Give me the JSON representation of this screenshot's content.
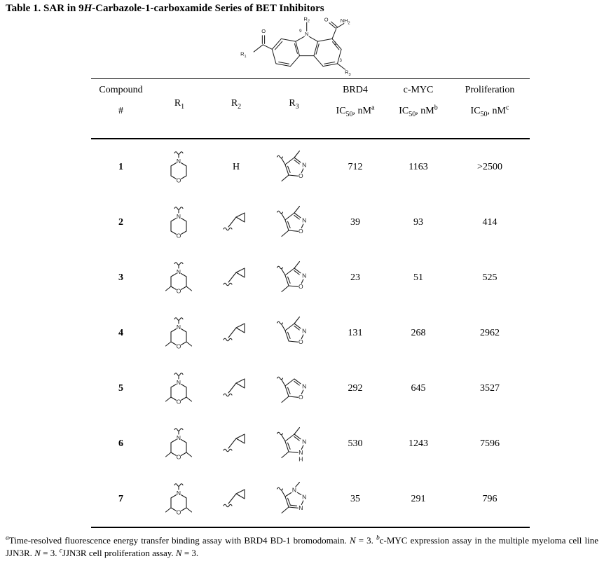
{
  "title": {
    "segments": [
      {
        "text": "Table 1. SAR in 9"
      },
      {
        "text": "H",
        "italic": true
      },
      {
        "text": "-Carbazole-1-carboxamide Series of BET Inhibitors"
      }
    ]
  },
  "scaffold": {
    "labels": {
      "n": "N",
      "n_pos": "9",
      "r2_main": "R",
      "r2_sub": "2",
      "o_amide": "O",
      "nh_main": "NH",
      "nh_sub": "2",
      "c1_pos": "1",
      "c3_pos": "3",
      "r3_main": "R",
      "r3_sub": "3",
      "o_acyl": "O",
      "r1_main": "R",
      "r1_sub": "1"
    }
  },
  "atoms": {
    "n": "N",
    "o": "O",
    "h": "H"
  },
  "icons": {
    "morpholine": "morpholine-ring",
    "dimethylmorpholine": "2,6-dimethylmorpholine-ring",
    "hydrogen": "H",
    "cyclopropylmethyl": "cyclopropylmethyl-group",
    "dimethylisoxazole": "3,5-dimethylisoxazole-ring",
    "methylisoxazole_4": "3-methylisoxazole-ring",
    "methylisoxazole_5": "5-methylisoxazole-ring",
    "dimethylpyrazole": "3,5-dimethyl-1H-pyrazole-ring",
    "dimethyltriazole": "dimethyl-1,2,3-triazole-ring"
  },
  "table": {
    "headers": {
      "compound": {
        "line1": "Compound",
        "line2": "#"
      },
      "r1": [
        {
          "text": "R"
        },
        {
          "text": "1",
          "sub": true
        }
      ],
      "r2": [
        {
          "text": "R"
        },
        {
          "text": "2",
          "sub": true
        }
      ],
      "r3": [
        {
          "text": "R"
        },
        {
          "text": "3",
          "sub": true
        }
      ],
      "brd4": {
        "line1": "BRD4",
        "line2": [
          {
            "text": "IC"
          },
          {
            "text": "50",
            "sub": true
          },
          {
            "text": ", nM"
          },
          {
            "text": "a",
            "sup": true
          }
        ]
      },
      "cmyc": {
        "line1": "c-MYC",
        "line2": [
          {
            "text": "IC"
          },
          {
            "text": "50",
            "sub": true
          },
          {
            "text": ", nM"
          },
          {
            "text": "b",
            "sup": true
          }
        ]
      },
      "prolif": {
        "line1": "Proliferation",
        "line2": [
          {
            "text": "IC"
          },
          {
            "text": "50",
            "sub": true
          },
          {
            "text": ", nM"
          },
          {
            "text": "c",
            "sup": true
          }
        ]
      }
    },
    "rows": [
      {
        "compound": "1",
        "r1": "morpholine",
        "r2": "hydrogen",
        "r3": "dimethylisoxazole",
        "brd4": "712",
        "cmyc": "1163",
        "proliferation": ">2500"
      },
      {
        "compound": "2",
        "r1": "morpholine",
        "r2": "cyclopropylmethyl",
        "r3": "dimethylisoxazole",
        "brd4": "39",
        "cmyc": "93",
        "proliferation": "414"
      },
      {
        "compound": "3",
        "r1": "dimethylmorpholine",
        "r2": "cyclopropylmethyl",
        "r3": "dimethylisoxazole",
        "brd4": "23",
        "cmyc": "51",
        "proliferation": "525"
      },
      {
        "compound": "4",
        "r1": "dimethylmorpholine",
        "r2": "cyclopropylmethyl",
        "r3": "methylisoxazole_4",
        "brd4": "131",
        "cmyc": "268",
        "proliferation": "2962"
      },
      {
        "compound": "5",
        "r1": "dimethylmorpholine",
        "r2": "cyclopropylmethyl",
        "r3": "methylisoxazole_5",
        "brd4": "292",
        "cmyc": "645",
        "proliferation": "3527"
      },
      {
        "compound": "6",
        "r1": "dimethylmorpholine",
        "r2": "cyclopropylmethyl",
        "r3": "dimethylpyrazole",
        "brd4": "530",
        "cmyc": "1243",
        "proliferation": "7596"
      },
      {
        "compound": "7",
        "r1": "dimethylmorpholine",
        "r2": "cyclopropylmethyl",
        "r3": "dimethyltriazole",
        "brd4": "35",
        "cmyc": "291",
        "proliferation": "796"
      }
    ]
  },
  "footnote": {
    "segments": [
      {
        "text": "a",
        "sup": true,
        "italic": true
      },
      {
        "text": "Time-resolved fluorescence energy transfer binding assay with BRD4 BD-1 bromodomain. "
      },
      {
        "text": "N",
        "italic": true
      },
      {
        "text": " = 3. "
      },
      {
        "text": "b",
        "sup": true,
        "italic": true
      },
      {
        "text": "c-MYC expression assay in the multiple myeloma cell line JJN3R. "
      },
      {
        "text": "N",
        "italic": true
      },
      {
        "text": " = 3. "
      },
      {
        "text": "c",
        "sup": true,
        "italic": true
      },
      {
        "text": "JJN3R cell proliferation assay. "
      },
      {
        "text": "N",
        "italic": true
      },
      {
        "text": " = 3."
      }
    ]
  }
}
